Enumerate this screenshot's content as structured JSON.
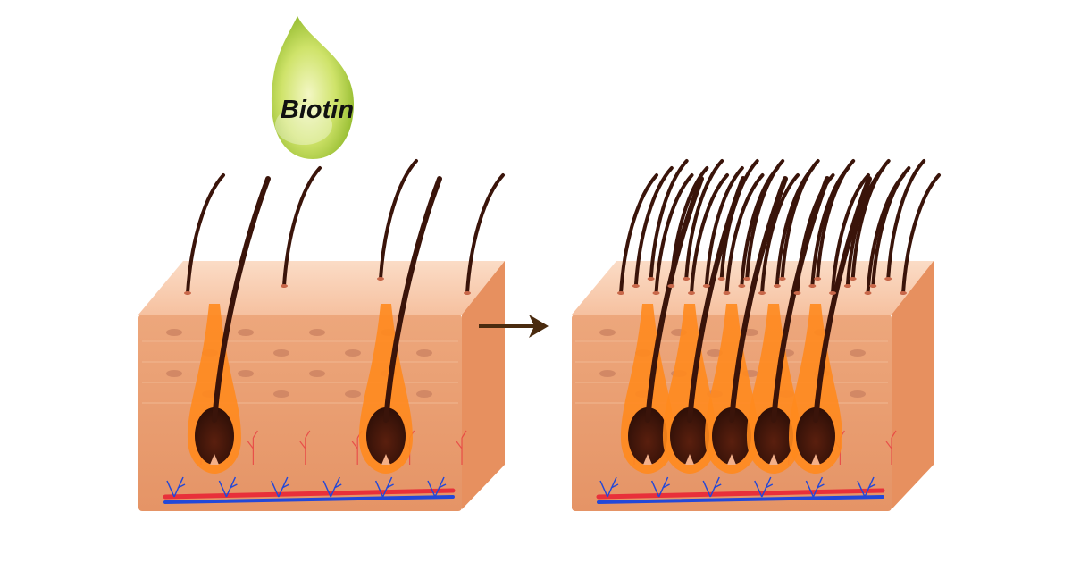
{
  "drop": {
    "label": "Biotin",
    "color_light": "#f3f7c4",
    "color_mid": "#cfe36a",
    "color_dark": "#8fb82a"
  },
  "colors": {
    "skin_top": "#f9cfb3",
    "skin_top_edge": "#f2b896",
    "skin_body": "#e99a6e",
    "skin_body_dark": "#d88456",
    "cell_line": "#f0b48d",
    "nucleus": "#c98060",
    "follicle_glow": "#ff8a1e",
    "hair": "#3a140a",
    "artery": "#e8303a",
    "vein": "#2348d8",
    "arrow": "#4a2b0f"
  },
  "sections": {
    "before": {
      "hair_count": 6,
      "follicle_count": 2
    },
    "after": {
      "hair_count": 30,
      "follicle_count": 5
    }
  },
  "icons": {
    "drop": "oil-drop-icon",
    "arrow": "right-arrow-icon"
  }
}
